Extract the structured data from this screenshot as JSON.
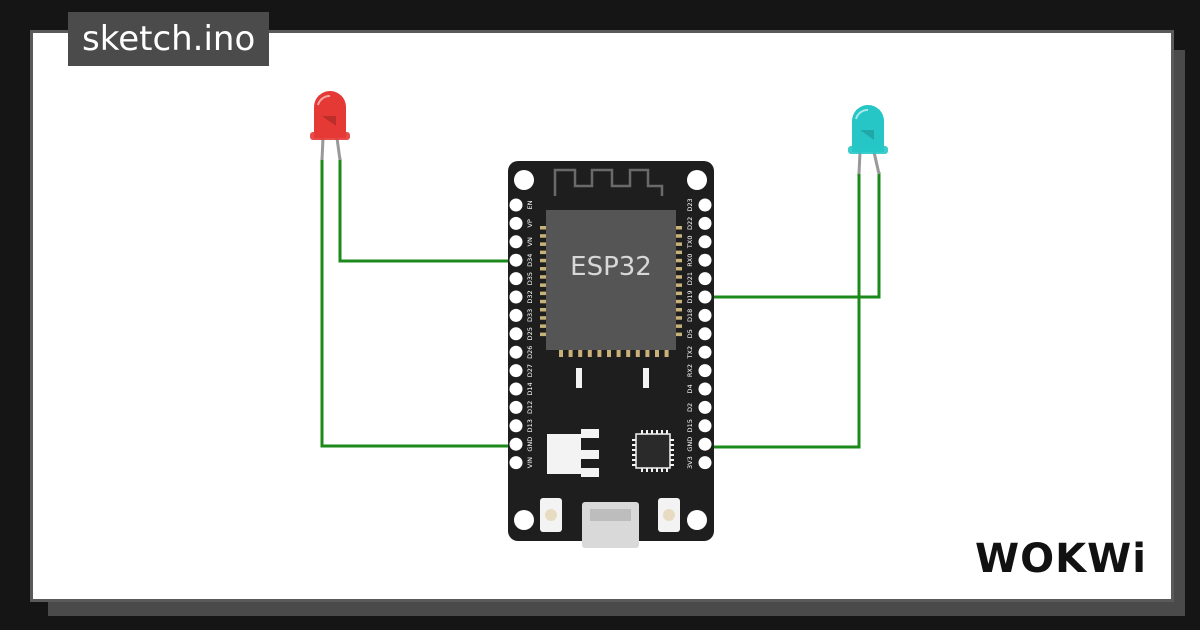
{
  "window": {
    "title": "sketch.ino"
  },
  "board": {
    "chip_label": "ESP32",
    "left_pins": [
      "EN",
      "VP",
      "VN",
      "D34",
      "D35",
      "D32",
      "D33",
      "D25",
      "D26",
      "D27",
      "D14",
      "D12",
      "D13",
      "GND",
      "VIN"
    ],
    "right_pins": [
      "D23",
      "D22",
      "TX0",
      "RX0",
      "D21",
      "D19",
      "D18",
      "D5",
      "TX2",
      "RX2",
      "D4",
      "D2",
      "D15",
      "GND",
      "3V3"
    ]
  },
  "leds": [
    {
      "name": "red-led",
      "color": "#e53935"
    },
    {
      "name": "cyan-led",
      "color": "#26c6c6"
    }
  ],
  "wire_color": "#1b8a1b",
  "brand": {
    "logo_text": "WOKWi"
  }
}
